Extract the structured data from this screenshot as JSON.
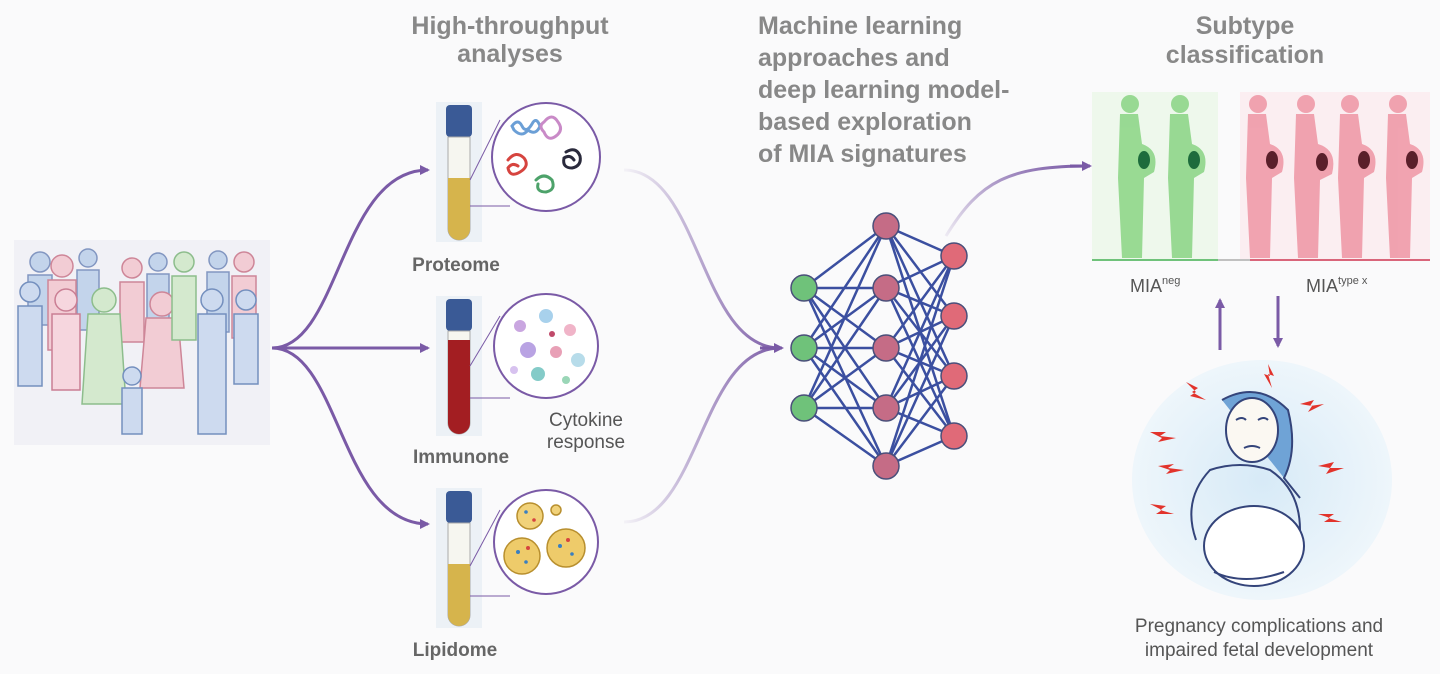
{
  "headings": {
    "high_throughput": "High-throughput analyses",
    "machine_learning": [
      "Machine learning",
      "approaches and",
      "deep learning model-",
      "based exploration",
      "of MIA signatures"
    ],
    "subtype": "Subtype classification"
  },
  "samples": {
    "proteome": "Proteome",
    "immunone": "Immunone",
    "lipidome": "Lipidome",
    "cytokine_note": [
      "Cytokine",
      "response"
    ]
  },
  "classes": {
    "neg": {
      "base": "MIA",
      "sup": "neg"
    },
    "typex": {
      "base": "MIA",
      "sup": "type x"
    }
  },
  "outcome": [
    "Pregnancy complications and",
    "impaired fetal development"
  ],
  "colors": {
    "arrow": "#7a5aa6",
    "edge": "#3b4fa0",
    "node_green": "#6fc27a",
    "node_pink": "#c56c86",
    "node_red": "#e06a78",
    "serum": "#d6b44c",
    "blood": "#a31e22",
    "cap": "#3a5a96",
    "mia_neg": "#8fd68a",
    "mia_typex": "#ef9aa8"
  },
  "icons": [
    "population-crowd-icon",
    "test-tube-icon",
    "protein-molecules-icon",
    "cytokine-cells-icon",
    "lipid-particles-icon",
    "neural-network-icon",
    "pregnant-woman-icon",
    "stressed-pregnant-woman-icon"
  ]
}
